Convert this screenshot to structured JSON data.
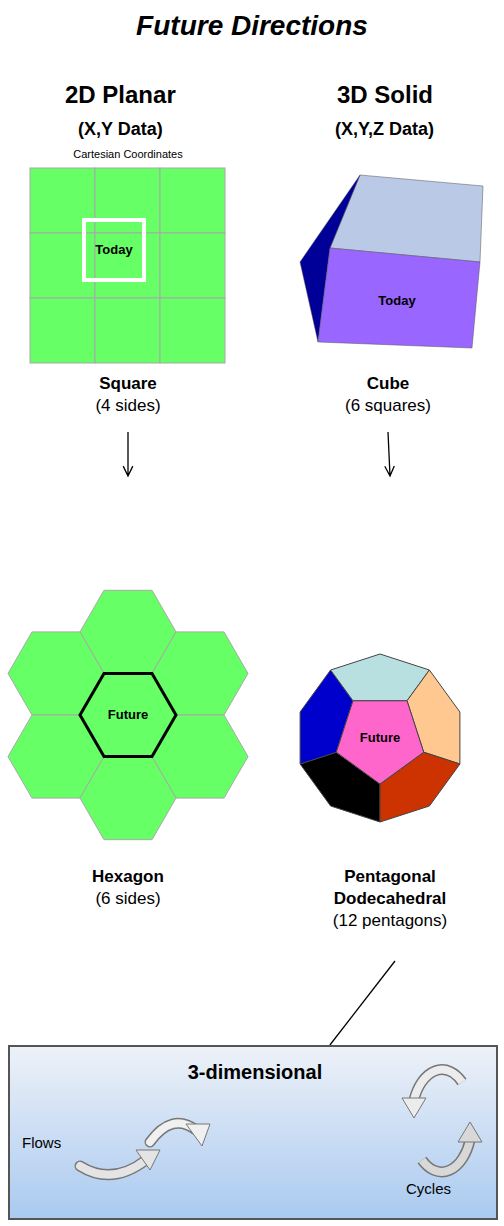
{
  "diagram": {
    "title": "Future Directions",
    "nodes": [
      {
        "text": [
          "Cartesian Coordinates",
          "Square",
          "(4 sides)"
        ]
      },
      {
        "text": [
          "Today"
        ],
        "in": 0
      },
      {
        "text": [
          "Cube",
          "(6 squares)"
        ]
      },
      {
        "text": [
          "Today"
        ],
        "in": 2
      },
      {
        "text": [
          "Hexagon",
          "(6 sides)"
        ]
      },
      {
        "text": [
          "Future"
        ],
        "in": 4
      },
      {
        "text": [
          "Pentagonal Dodecahedral",
          "(12 pentagons)"
        ]
      },
      {
        "text": [
          "Future"
        ],
        "in": 6
      },
      {
        "text": [
          "3-dimensional"
        ]
      }
    ],
    "edges": [
      {
        "from": 0,
        "to": 4,
        "arrow": "to"
      },
      {
        "from": 2,
        "to": 6,
        "arrow": "to"
      },
      {
        "from": 6,
        "to": 8,
        "arrow": "none"
      }
    ],
    "labels": [
      "2D Planar",
      "(X,Y Data)",
      "3D Solid",
      "(X,Y,Z Data)",
      "Flows",
      "Cycles"
    ]
  }
}
